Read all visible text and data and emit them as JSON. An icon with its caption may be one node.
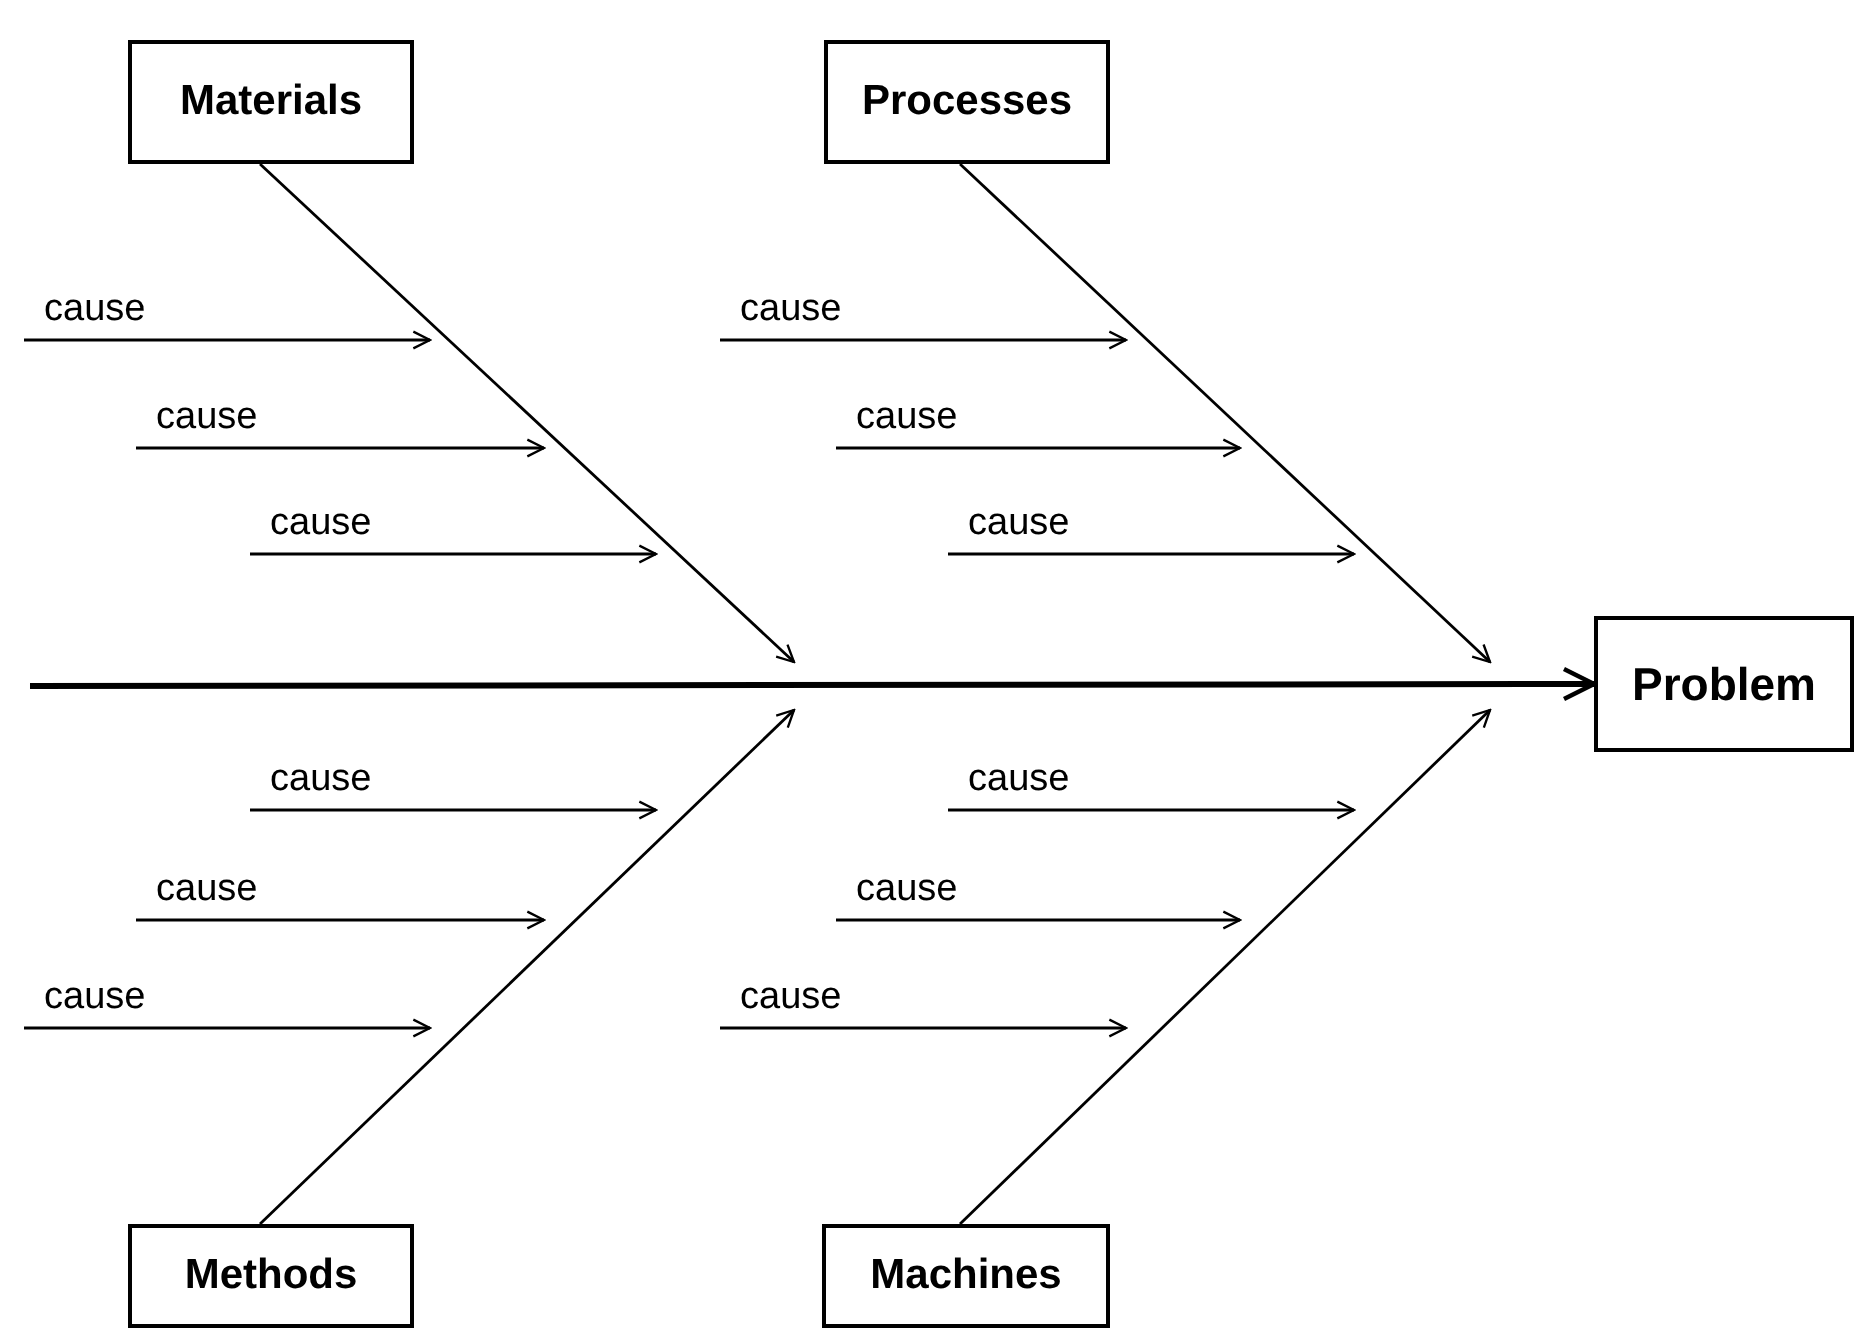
{
  "diagram": {
    "nodes": [
      {
        "text": [
          "Materials"
        ]
      },
      {
        "text": [
          "Processes"
        ]
      },
      {
        "text": [
          "Problem"
        ]
      },
      {
        "text": [
          "Methods"
        ]
      },
      {
        "text": [
          "Machines"
        ]
      },
      {
        "text": [
          "cause"
        ]
      },
      {
        "text": [
          "cause"
        ]
      },
      {
        "text": [
          "cause"
        ]
      },
      {
        "text": [
          "cause"
        ]
      },
      {
        "text": [
          "cause"
        ]
      },
      {
        "text": [
          "cause"
        ]
      },
      {
        "text": [
          "cause"
        ]
      },
      {
        "text": [
          "cause"
        ]
      },
      {
        "text": [
          "cause"
        ]
      },
      {
        "text": [
          "cause"
        ]
      },
      {
        "text": [
          "cause"
        ]
      },
      {
        "text": [
          "cause"
        ]
      }
    ],
    "edges": [
      {
        "from": null,
        "to": 2,
        "arrow": "to",
        "style": "thick"
      },
      {
        "from": 0,
        "to": null,
        "arrow": "to"
      },
      {
        "from": 1,
        "to": null,
        "arrow": "to"
      },
      {
        "from": 3,
        "to": null,
        "arrow": "to"
      },
      {
        "from": 4,
        "to": null,
        "arrow": "to"
      },
      {
        "from": 5,
        "to": null,
        "arrow": "to"
      },
      {
        "from": 6,
        "to": null,
        "arrow": "to"
      },
      {
        "from": 7,
        "to": null,
        "arrow": "to"
      },
      {
        "from": 8,
        "to": null,
        "arrow": "to"
      },
      {
        "from": 9,
        "to": null,
        "arrow": "to"
      },
      {
        "from": 10,
        "to": null,
        "arrow": "to"
      },
      {
        "from": 11,
        "to": null,
        "arrow": "to"
      },
      {
        "from": 12,
        "to": null,
        "arrow": "to"
      },
      {
        "from": 13,
        "to": null,
        "arrow": "to"
      },
      {
        "from": 14,
        "to": null,
        "arrow": "to"
      },
      {
        "from": 15,
        "to": null,
        "arrow": "to"
      },
      {
        "from": 16,
        "to": null,
        "arrow": "to"
      }
    ]
  }
}
